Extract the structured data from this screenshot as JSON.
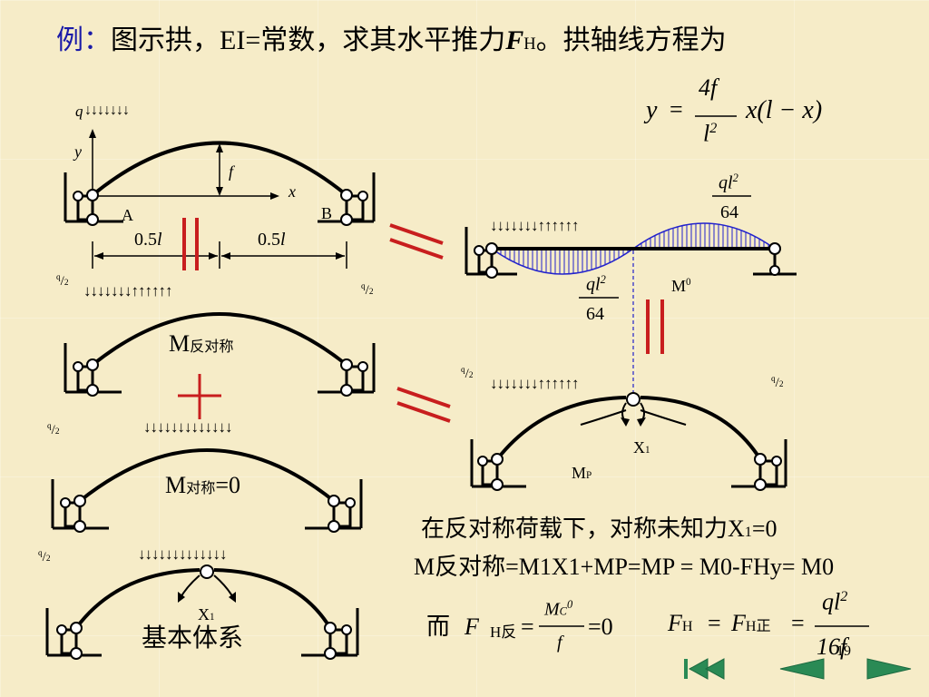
{
  "title": {
    "label": "例：",
    "t1": "图示拱，EI=常数，求其水平推力",
    "f": "F",
    "h": "H",
    "t2": "。拱轴线方程为"
  },
  "eq": {
    "y": "y",
    "eq": "=",
    "num": "4f",
    "den": "l",
    "den_sup": "2",
    "rhs": "x(l − x)"
  },
  "fig1": {
    "q": "q",
    "arrows": "↓↓↓↓↓↓↓",
    "y": "y",
    "x": "x",
    "f": "f",
    "A": "A",
    "B": "B",
    "half": "0.5",
    "l": "l"
  },
  "q2": {
    "q": "q",
    "slash": "/",
    "two": "2"
  },
  "antisym_arrows": "↓↓↓↓↓↓↓↑↑↑↑↑↑",
  "sym_arrows": "↓↓↓↓↓↓↓↓↓↓↓↓↓",
  "labels": {
    "m_anti": "M",
    "m_anti_sub": "反对称",
    "m_sym": "M",
    "m_sym_sub": "对称",
    "m_sym_eq": "=0",
    "jiben": "基本体系",
    "x1": "X",
    "x1_sub": "1",
    "mp": "M",
    "mp_sub": "P",
    "m0": "M",
    "m0_sup": "0"
  },
  "moment_label": {
    "ql": "ql",
    "sup": "2",
    "den": "64"
  },
  "statement": "在反对称荷载下，对称未知力X",
  "statement_sub": "1",
  "statement_end": "=0",
  "eq2": "M反对称=M1X1+MP=MP = M0-FHy= M0",
  "eq3": {
    "er": "而",
    "f": "F",
    "sub": "H反",
    "eq": "=",
    "num_m": "M",
    "num_sub": "C",
    "num_sup": "0",
    "den": "f",
    "res": "=0"
  },
  "eq4": {
    "fh": "F",
    "h": "H",
    "eq1": "=",
    "fh2": "F",
    "h2": "H正",
    "eq2": "=",
    "num": "ql",
    "num_sup": "2",
    "den": "16f"
  },
  "page": "19",
  "colors": {
    "title_blue": "#1a1aa8",
    "hatch_blue": "#2222cc",
    "red": "#c81e1e",
    "nav_green": "#2a8a55"
  }
}
